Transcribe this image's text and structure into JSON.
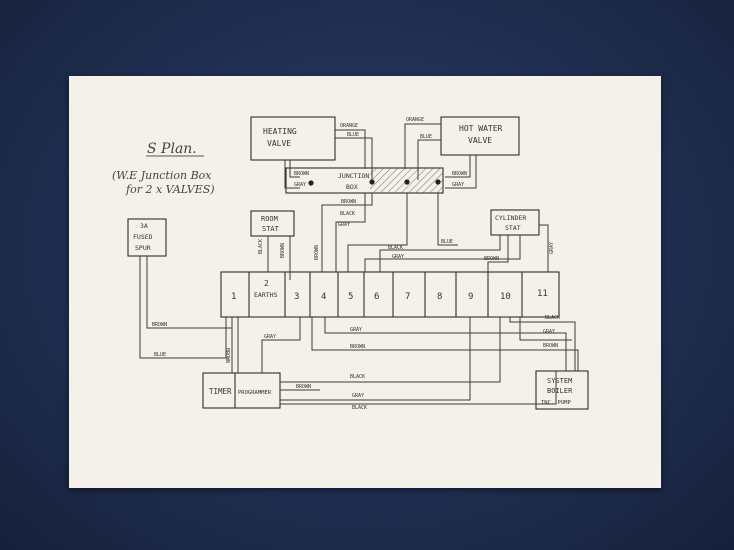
{
  "title": "S Plan.",
  "subtitle_line1": "(W.E Junction Box",
  "subtitle_line2": "for 2 x VALVES)",
  "heating_valve": [
    "HEATING",
    "VALVE"
  ],
  "hot_water_valve": [
    "HOT WATER",
    "VALVE"
  ],
  "junction_box": [
    "JUNCTION",
    "BOX"
  ],
  "fused_spur": [
    "3A",
    "FUSED",
    "SPUR"
  ],
  "room_stat": [
    "ROOM",
    "STAT"
  ],
  "cylinder_stat": [
    "CYLINDER",
    "STAT"
  ],
  "timer_programmer": [
    "TIMER",
    "PROGRAMMER"
  ],
  "system_boiler": [
    "SYSTEM",
    "BOILER",
    "INC. PUMP"
  ],
  "terminals": [
    "1",
    "2",
    "3",
    "4",
    "5",
    "6",
    "7",
    "8",
    "9",
    "10",
    "11"
  ],
  "earths_label": "EARTHS",
  "wire_labels": {
    "orange": "ORANGE",
    "blue": "BLUE",
    "brown": "BROWN",
    "gray": "GRAY",
    "black": "BLACK"
  }
}
